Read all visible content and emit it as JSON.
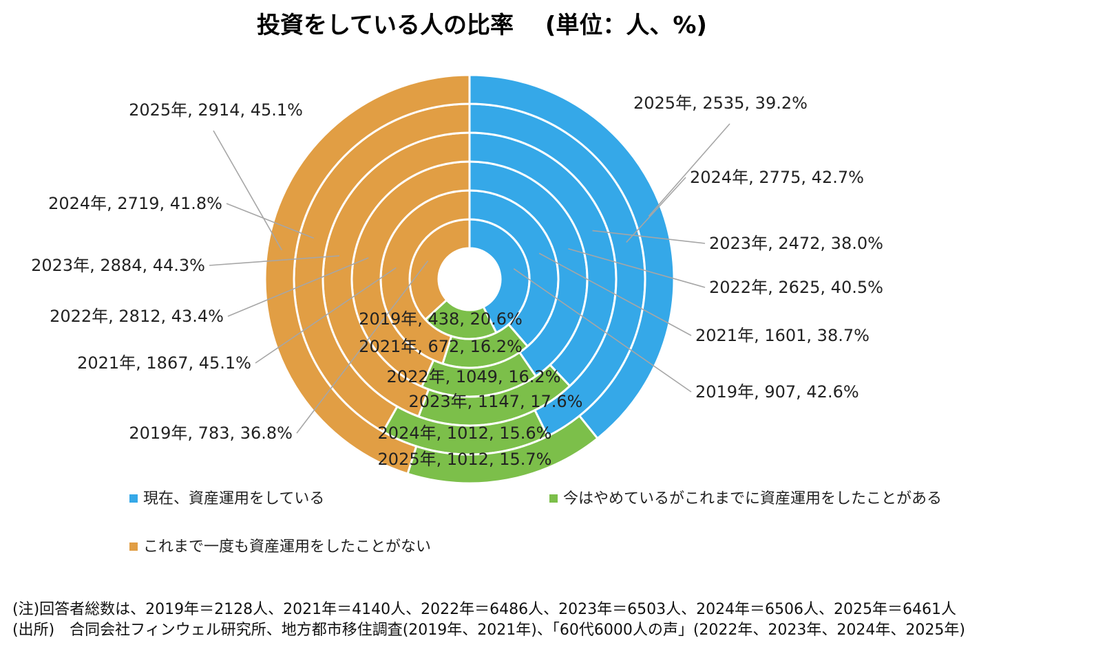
{
  "chart_data": {
    "type": "donut",
    "title": "投資をしている人の比率　 (単位：人、%)",
    "series": [
      {
        "name": "現在、資産運用をしている",
        "color": "#35a8e8"
      },
      {
        "name": "今はやめているがこれまでに資産運用をしたことがある",
        "color": "#7cbf4a"
      },
      {
        "name": "これまで一度も資産運用をしたことがない",
        "color": "#e19e44"
      }
    ],
    "rings": [
      {
        "year": "2019年",
        "values": [
          907,
          438,
          783
        ],
        "percents": [
          42.6,
          20.6,
          36.8
        ],
        "labels": [
          "2019年, 907, 42.6%",
          "2019年, 438, 20.6%",
          "2019年, 783, 36.8%"
        ]
      },
      {
        "year": "2021年",
        "values": [
          1601,
          672,
          1867
        ],
        "percents": [
          38.7,
          16.2,
          45.1
        ],
        "labels": [
          "2021年, 1601, 38.7%",
          "2021年, 672, 16.2%",
          "2021年, 1867, 45.1%"
        ]
      },
      {
        "year": "2022年",
        "values": [
          2625,
          1049,
          2812
        ],
        "percents": [
          40.5,
          16.2,
          43.4
        ],
        "labels": [
          "2022年, 2625, 40.5%",
          "2022年, 1049, 16.2%",
          "2022年, 2812, 43.4%"
        ]
      },
      {
        "year": "2023年",
        "values": [
          2472,
          1147,
          2884
        ],
        "percents": [
          38.0,
          17.6,
          44.3
        ],
        "labels": [
          "2023年, 2472, 38.0%",
          "2023年, 1147, 17.6%",
          "2023年, 2884, 44.3%"
        ]
      },
      {
        "year": "2024年",
        "values": [
          2775,
          1012,
          2719
        ],
        "percents": [
          42.7,
          15.6,
          41.8
        ],
        "labels": [
          "2024年, 2775, 42.7%",
          "2024年, 1012, 15.6%",
          "2024年, 2719, 41.8%"
        ]
      },
      {
        "year": "2025年",
        "values": [
          2535,
          1012,
          2914
        ],
        "percents": [
          39.2,
          15.7,
          45.1
        ],
        "labels": [
          "2025年, 2535, 39.2%",
          "2025年, 1012, 15.7%",
          "2025年, 2914, 45.1%"
        ]
      }
    ],
    "legend_position": "bottom"
  },
  "footer": {
    "note": "(注)回答者総数は、2019年＝2128人、2021年＝4140人、2022年＝6486人、2023年＝6503人、2024年＝6506人、2025年＝6461人",
    "source": "(出所)　合同会社フィンウェル研究所、地方都市移住調査(2019年、2021年)、「60代6000人の声」(2022年、2023年、2024年、2025年)"
  }
}
